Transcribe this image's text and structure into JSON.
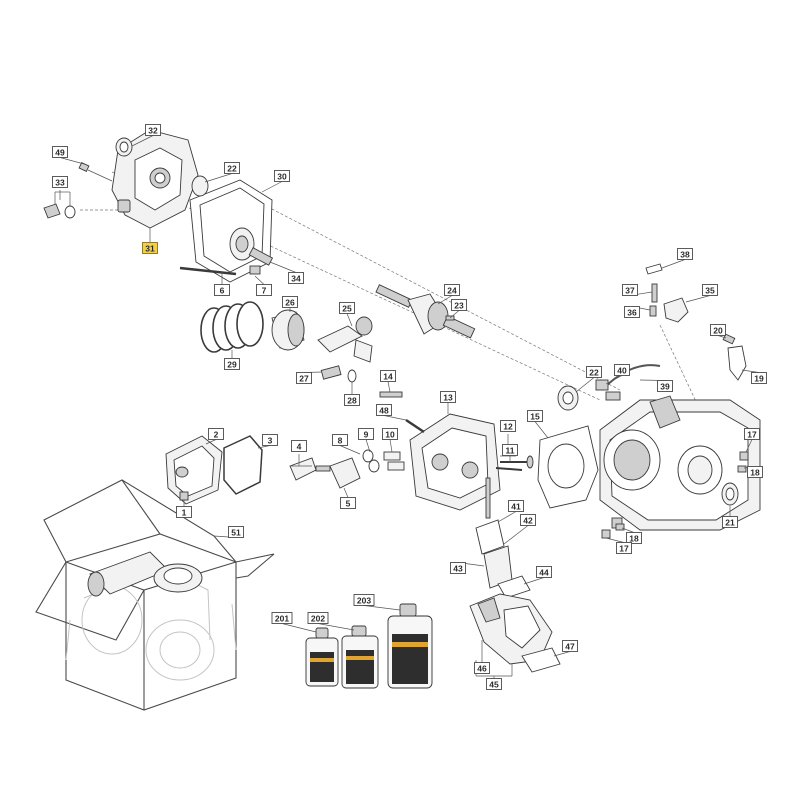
{
  "callouts": [
    {
      "id": "c32",
      "text": "32"
    },
    {
      "id": "c49",
      "text": "49"
    },
    {
      "id": "c22a",
      "text": "22"
    },
    {
      "id": "c30",
      "text": "30"
    },
    {
      "id": "c33",
      "text": "33"
    },
    {
      "id": "c31",
      "text": "31",
      "highlight": true
    },
    {
      "id": "c34",
      "text": "34"
    },
    {
      "id": "c6",
      "text": "6"
    },
    {
      "id": "c7",
      "text": "7"
    },
    {
      "id": "c38",
      "text": "38"
    },
    {
      "id": "c37",
      "text": "37"
    },
    {
      "id": "c35",
      "text": "35"
    },
    {
      "id": "c36",
      "text": "36"
    },
    {
      "id": "c24",
      "text": "24"
    },
    {
      "id": "c23",
      "text": "23"
    },
    {
      "id": "c26",
      "text": "26"
    },
    {
      "id": "c25",
      "text": "25"
    },
    {
      "id": "c29",
      "text": "29"
    },
    {
      "id": "c20",
      "text": "20"
    },
    {
      "id": "c19",
      "text": "19"
    },
    {
      "id": "c27",
      "text": "27"
    },
    {
      "id": "c28",
      "text": "28"
    },
    {
      "id": "c14",
      "text": "14"
    },
    {
      "id": "c22b",
      "text": "22"
    },
    {
      "id": "c40",
      "text": "40"
    },
    {
      "id": "c39",
      "text": "39"
    },
    {
      "id": "c48",
      "text": "48"
    },
    {
      "id": "c13",
      "text": "13"
    },
    {
      "id": "c15",
      "text": "15"
    },
    {
      "id": "c2",
      "text": "2"
    },
    {
      "id": "c3",
      "text": "3"
    },
    {
      "id": "c8",
      "text": "8"
    },
    {
      "id": "c9",
      "text": "9"
    },
    {
      "id": "c10",
      "text": "10"
    },
    {
      "id": "c12",
      "text": "12"
    },
    {
      "id": "c11",
      "text": "11"
    },
    {
      "id": "c4",
      "text": "4"
    },
    {
      "id": "c17a",
      "text": "17"
    },
    {
      "id": "c18a",
      "text": "18"
    },
    {
      "id": "c5",
      "text": "5"
    },
    {
      "id": "c1",
      "text": "1"
    },
    {
      "id": "c41",
      "text": "41"
    },
    {
      "id": "c42",
      "text": "42"
    },
    {
      "id": "c21",
      "text": "21"
    },
    {
      "id": "c18b",
      "text": "18"
    },
    {
      "id": "c17b",
      "text": "17"
    },
    {
      "id": "c51",
      "text": "51"
    },
    {
      "id": "c43",
      "text": "43"
    },
    {
      "id": "c44",
      "text": "44"
    },
    {
      "id": "c203",
      "text": "203"
    },
    {
      "id": "c201",
      "text": "201"
    },
    {
      "id": "c202",
      "text": "202"
    },
    {
      "id": "c47",
      "text": "47"
    },
    {
      "id": "c46",
      "text": "46"
    },
    {
      "id": "c45",
      "text": "45"
    }
  ],
  "colors": {
    "highlight": "#f2d04a",
    "stroke": "#3a3a3a",
    "bottle_label": "#2e2e2e",
    "bottle_stripe": "#e0a530"
  }
}
